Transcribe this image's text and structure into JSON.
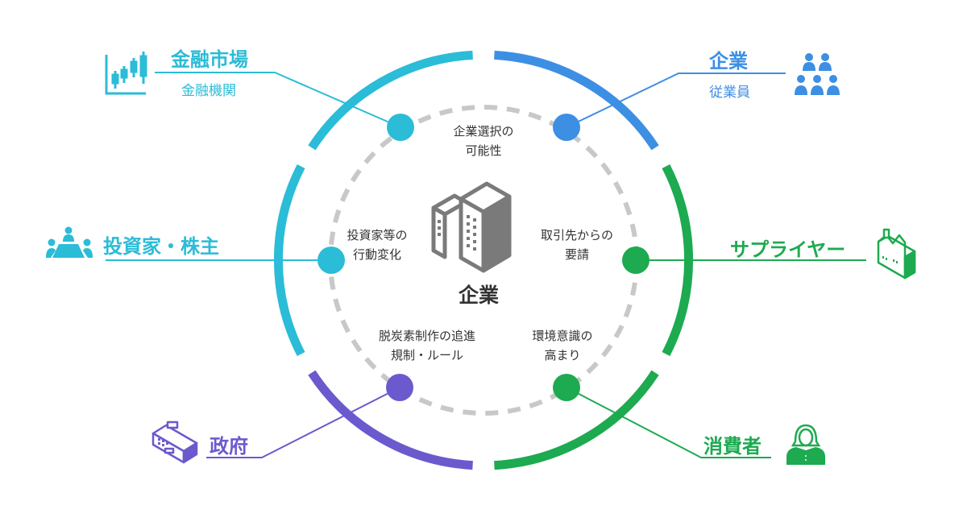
{
  "colors": {
    "cyan": "#2bbcd7",
    "blue": "#3d8fe4",
    "green": "#1daa50",
    "purple": "#6a5acd",
    "gray": "#c8c8c8",
    "text": "#333333",
    "icon_gray": "#7a7a7a"
  },
  "center": {
    "title": "企業",
    "icon": "office-building-icon"
  },
  "inner_labels": {
    "top": [
      "企業選択の",
      "可能性"
    ],
    "left": [
      "投資家等の",
      "行動変化"
    ],
    "right": [
      "取引先からの",
      "要請"
    ],
    "bottom_left": [
      "脱炭素制作の追進",
      "規制・ルール"
    ],
    "bottom_right": [
      "環境意識の",
      "高まり"
    ]
  },
  "stakeholders": {
    "financial_market": {
      "title": "金融市場",
      "subtitle": "金融機関",
      "icon": "candlestick-chart-icon"
    },
    "company": {
      "title": "企業",
      "subtitle": "従業員",
      "icon": "people-group-icon"
    },
    "investors": {
      "title": "投資家・株主",
      "icon": "meeting-table-icon"
    },
    "suppliers": {
      "title": "サプライヤー",
      "icon": "factory-icon"
    },
    "government": {
      "title": "政府",
      "icon": "government-building-icon"
    },
    "consumers": {
      "title": "消費者",
      "icon": "woman-person-icon"
    }
  }
}
